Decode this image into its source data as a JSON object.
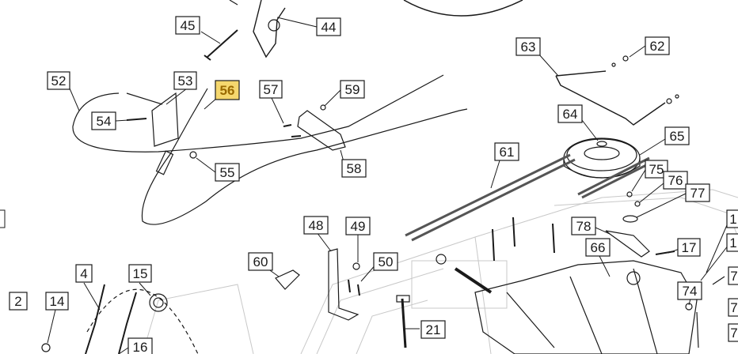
{
  "parts": [
    {
      "id": "p45",
      "label": "45",
      "highlight": false
    },
    {
      "id": "p44",
      "label": "44",
      "highlight": false
    },
    {
      "id": "p52",
      "label": "52",
      "highlight": false
    },
    {
      "id": "p53",
      "label": "53",
      "highlight": false
    },
    {
      "id": "p56",
      "label": "56",
      "highlight": true
    },
    {
      "id": "p57",
      "label": "57",
      "highlight": false
    },
    {
      "id": "p59",
      "label": "59",
      "highlight": false
    },
    {
      "id": "p54",
      "label": "54",
      "highlight": false
    },
    {
      "id": "p55",
      "label": "55",
      "highlight": false
    },
    {
      "id": "p58",
      "label": "58",
      "highlight": false
    },
    {
      "id": "p63",
      "label": "63",
      "highlight": false
    },
    {
      "id": "p62",
      "label": "62",
      "highlight": false
    },
    {
      "id": "p64",
      "label": "64",
      "highlight": false
    },
    {
      "id": "p65",
      "label": "65",
      "highlight": false
    },
    {
      "id": "p61",
      "label": "61",
      "highlight": false
    },
    {
      "id": "p75",
      "label": "75",
      "highlight": false
    },
    {
      "id": "p76",
      "label": "76",
      "highlight": false
    },
    {
      "id": "p77",
      "label": "77",
      "highlight": false
    },
    {
      "id": "p48",
      "label": "48",
      "highlight": false
    },
    {
      "id": "p49",
      "label": "49",
      "highlight": false
    },
    {
      "id": "p50",
      "label": "50",
      "highlight": false
    },
    {
      "id": "p60",
      "label": "60",
      "highlight": false
    },
    {
      "id": "p78",
      "label": "78",
      "highlight": false
    },
    {
      "id": "p66",
      "label": "66",
      "highlight": false
    },
    {
      "id": "p17",
      "label": "17",
      "highlight": false
    },
    {
      "id": "p74",
      "label": "74",
      "highlight": false
    },
    {
      "id": "p4",
      "label": "4",
      "highlight": false
    },
    {
      "id": "p15",
      "label": "15",
      "highlight": false
    },
    {
      "id": "p2",
      "label": "2",
      "highlight": false
    },
    {
      "id": "p14",
      "label": "14",
      "highlight": false
    },
    {
      "id": "p16",
      "label": "16",
      "highlight": false
    },
    {
      "id": "p21",
      "label": "21",
      "highlight": false
    },
    {
      "id": "p1a",
      "label": "1",
      "highlight": false
    },
    {
      "id": "p1b",
      "label": "1",
      "highlight": false
    },
    {
      "id": "p7a",
      "label": "7",
      "highlight": false
    },
    {
      "id": "p7b",
      "label": "7",
      "highlight": false
    },
    {
      "id": "p7c",
      "label": "7",
      "highlight": false
    }
  ],
  "colors": {
    "line": "#1a1a1a",
    "callout_fill": "#ffffff",
    "highlight_fill": "#f5d76e",
    "highlight_text": "#9a6a00",
    "belt": "#555555",
    "faint": "#bdbdbd"
  }
}
